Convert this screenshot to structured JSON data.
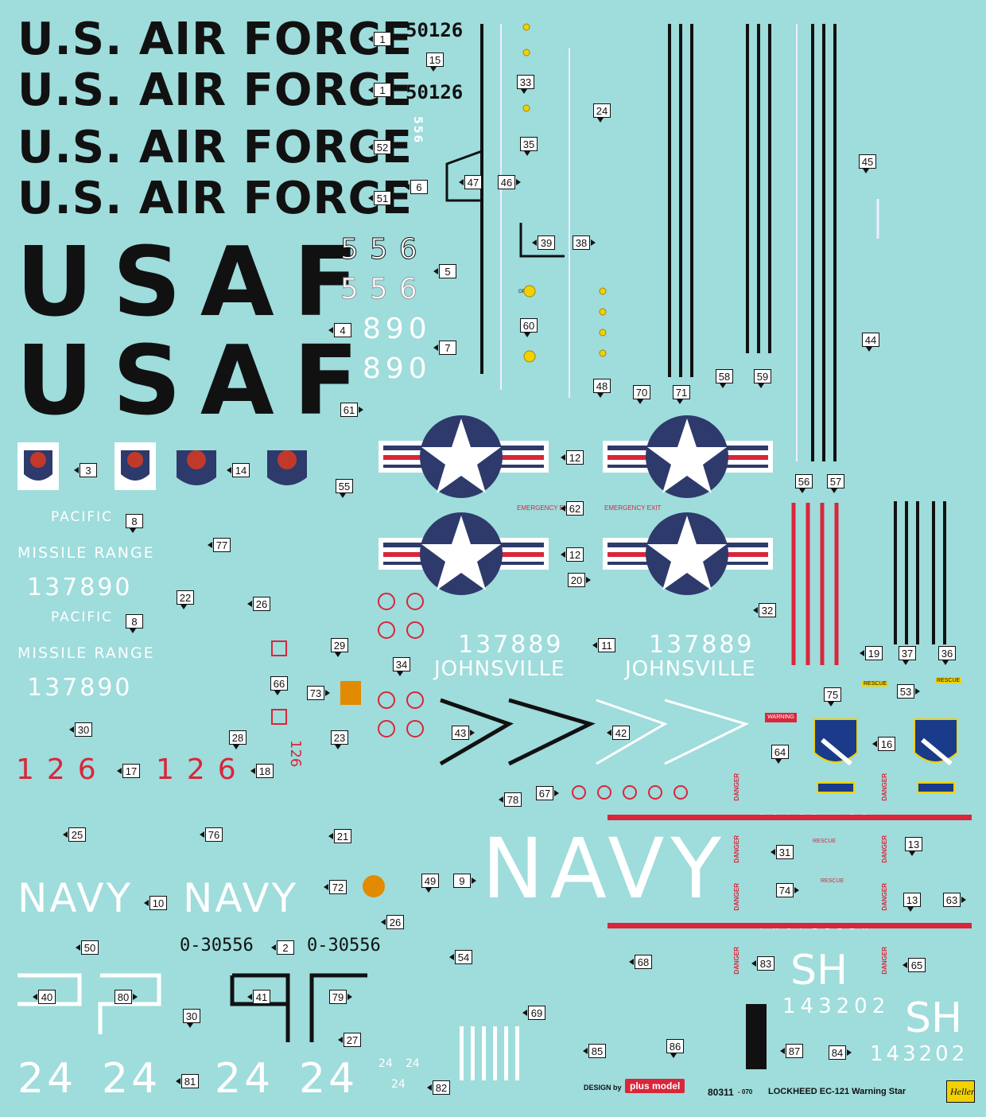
{
  "markings": {
    "af1": "U.S. AIR FORCE",
    "af2": "U.S. AIR FORCE",
    "af3": "U.S. AIR FORCE",
    "af4": "U.S. AIR FORCE",
    "usaf1": "USAF",
    "usaf2": "USAF",
    "serial_top": "50126",
    "serial_2": "50126",
    "vert_556": "556",
    "n556a": "556",
    "n556b": "556",
    "n890a": "890",
    "n890b": "890",
    "pacific1": "PACIFIC",
    "missile1": "MISSILE RANGE",
    "reg1": "137890",
    "pacific2": "PACIFIC",
    "missile2": "MISSILE RANGE",
    "reg2": "137890",
    "n126a": "126",
    "n126b": "126",
    "n126v": "126",
    "navy1": "NAVY",
    "navy2": "NAVY",
    "navy_big": "NAVY",
    "serialA": "0-30556",
    "serialB": "0-30556",
    "n24a": "24",
    "n24b": "24",
    "n24c": "24",
    "n24d": "24",
    "n24s1": "24",
    "n24s2": "24",
    "n24s3": "24",
    "j137a": "137889",
    "jtown_a": "JOHNSVILLE",
    "j137b": "137889",
    "jtown_b": "JOHNSVILLE",
    "sh1": "SH",
    "sh_num1": "143202",
    "sh2": "SH",
    "sh_num2": "143202",
    "emergency1": "EMERGENCY EXIT",
    "emergency2": "EMERGENCY EXIT",
    "danger": "DANGER",
    "propeller": "PROPELLER",
    "rescue": "RESCUE",
    "open": "OPEN",
    "warning": "WARNING"
  },
  "numbers": [
    "1",
    "1",
    "52",
    "51",
    "15",
    "6",
    "4",
    "5",
    "7",
    "33",
    "35",
    "24",
    "47",
    "46",
    "39",
    "38",
    "45",
    "60",
    "44",
    "48",
    "70",
    "71",
    "58",
    "59",
    "61",
    "3",
    "14",
    "55",
    "12",
    "12",
    "56",
    "57",
    "62",
    "20",
    "32",
    "8",
    "77",
    "8",
    "22",
    "26",
    "29",
    "11",
    "19",
    "37",
    "36",
    "34",
    "66",
    "73",
    "75",
    "53",
    "30",
    "28",
    "23",
    "43",
    "42",
    "64",
    "16",
    "17",
    "18",
    "78",
    "67",
    "25",
    "76",
    "21",
    "31",
    "13",
    "72",
    "49",
    "9",
    "74",
    "13",
    "63",
    "10",
    "26",
    "50",
    "2",
    "54",
    "68",
    "83",
    "65",
    "40",
    "80",
    "41",
    "79",
    "30",
    "27",
    "69",
    "85",
    "86",
    "87",
    "84",
    "81",
    "82"
  ],
  "footer": {
    "design_by": "DESIGN by",
    "brand": "plus model",
    "code": "80311",
    "code_suffix": "- 070",
    "title": "LOCKHEED EC-121 Warning Star",
    "maker": "Heller"
  },
  "colors": {
    "sheet": "#9fdcdc",
    "black": "#111111",
    "red": "#d9263a",
    "navy_blue": "#2d3a6b",
    "white": "#ffffff"
  }
}
